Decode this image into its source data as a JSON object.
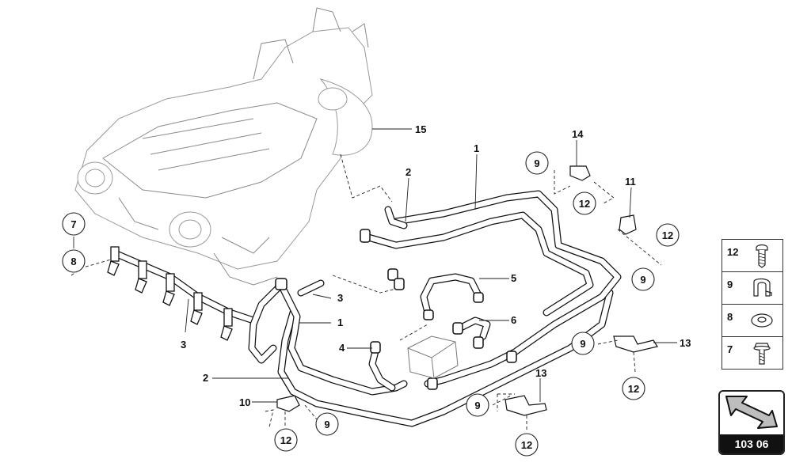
{
  "callouts": {
    "c1a": "1",
    "c1b": "1",
    "c2a": "2",
    "c2b": "2",
    "c3a": "3",
    "c3b": "3",
    "c4": "4",
    "c5": "5",
    "c6": "6",
    "c7": "7",
    "c8": "8",
    "c9a": "9",
    "c9b": "9",
    "c9c": "9",
    "c9d": "9",
    "c9e": "9",
    "c10": "10",
    "c11": "11",
    "c12a": "12",
    "c12b": "12",
    "c12c": "12",
    "c12d": "12",
    "c12e": "12",
    "c13a": "13",
    "c13b": "13",
    "c14": "14",
    "c15": "15"
  },
  "legend": {
    "items": [
      {
        "number": "12",
        "icon": "screw-icon"
      },
      {
        "number": "9",
        "icon": "clip-icon"
      },
      {
        "number": "8",
        "icon": "washer-icon"
      },
      {
        "number": "7",
        "icon": "bolt-icon"
      }
    ]
  },
  "reference": {
    "code": "103 06",
    "icon": "direction-arrow-icon"
  }
}
